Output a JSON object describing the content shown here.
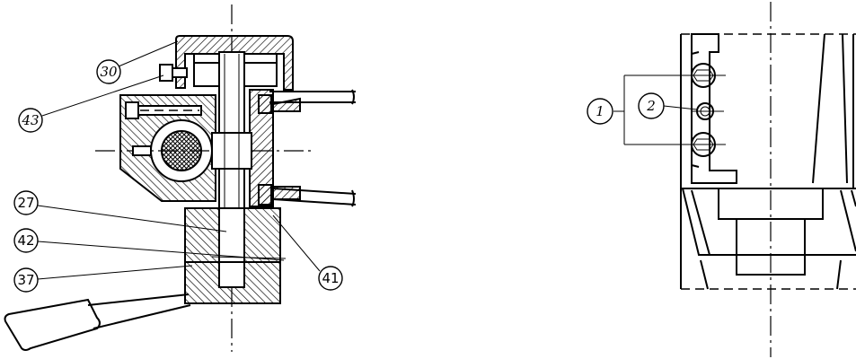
{
  "left_view": {
    "callouts": [
      {
        "id": "c30",
        "text": "30",
        "italic": true
      },
      {
        "id": "c43",
        "text": "43",
        "italic": true
      },
      {
        "id": "c27",
        "text": "27",
        "italic": false
      },
      {
        "id": "c42",
        "text": "42",
        "italic": false
      },
      {
        "id": "c37",
        "text": "37",
        "italic": false
      },
      {
        "id": "c41",
        "text": "41",
        "italic": false
      }
    ]
  },
  "right_view": {
    "callouts": [
      {
        "id": "c1",
        "text": "1",
        "italic": true
      },
      {
        "id": "c2",
        "text": "2",
        "italic": true
      }
    ]
  },
  "colors": {
    "ink": "#000000",
    "paper": "#ffffff"
  }
}
